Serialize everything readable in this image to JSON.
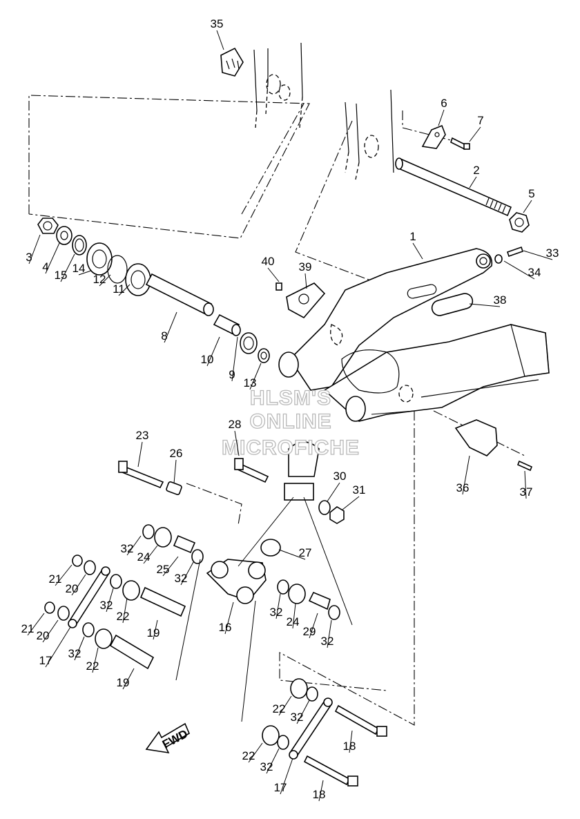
{
  "watermark": [
    "HLSM'S",
    "ONLINE",
    "MICROFICHE"
  ],
  "fwd_label": "FWD",
  "callouts": [
    "1",
    "2",
    "3",
    "4",
    "5",
    "6",
    "7",
    "8",
    "9",
    "10",
    "11",
    "12",
    "13",
    "14",
    "15",
    "16",
    "17",
    "17",
    "18",
    "18",
    "19",
    "19",
    "20",
    "20",
    "21",
    "21",
    "22",
    "22",
    "22",
    "22",
    "23",
    "24",
    "24",
    "25",
    "26",
    "27",
    "28",
    "29",
    "30",
    "31",
    "32",
    "32",
    "32",
    "32",
    "32",
    "32",
    "32",
    "32",
    "33",
    "34",
    "35",
    "36",
    "37",
    "38",
    "39",
    "40"
  ]
}
